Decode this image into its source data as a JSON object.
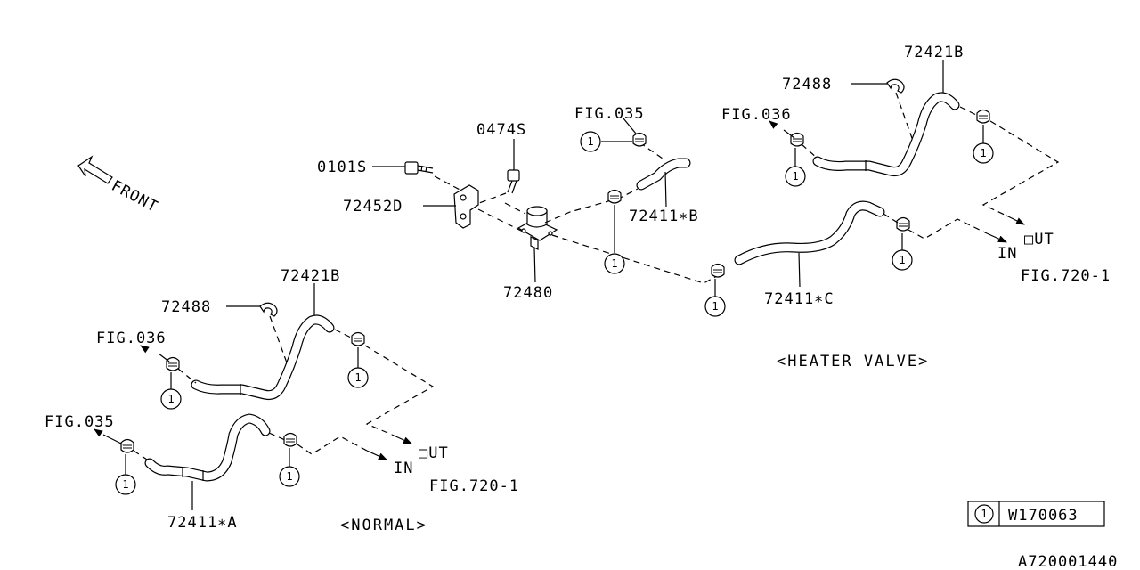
{
  "diagram": {
    "front_label": "FRONT",
    "sections": {
      "normal": "<NORMAL>",
      "heater_valve": "<HEATER VALVE>"
    },
    "parts": {
      "p0101S": "0101S",
      "p0474S": "0474S",
      "p72452D": "72452D",
      "p72480": "72480",
      "p72411B": "72411∗B",
      "p72411C": "72411∗C",
      "p72411A": "72411∗A",
      "p72421B_top": "72421B",
      "p72488_top": "72488",
      "p72421B_left": "72421B",
      "p72488_left": "72488"
    },
    "refs": {
      "fig035_top": "FIG.035",
      "fig036_top": "FIG.036",
      "fig036_left": "FIG.036",
      "fig035_left": "FIG.035",
      "fig720_right": "FIG.720-1",
      "fig720_left": "FIG.720-1"
    },
    "flow": {
      "in_right": "IN",
      "out_right": "□UT",
      "in_left": "IN",
      "out_left": "□UT"
    },
    "legend": {
      "marker": "1",
      "part": "W170063"
    },
    "diagram_id": "A720001440"
  }
}
